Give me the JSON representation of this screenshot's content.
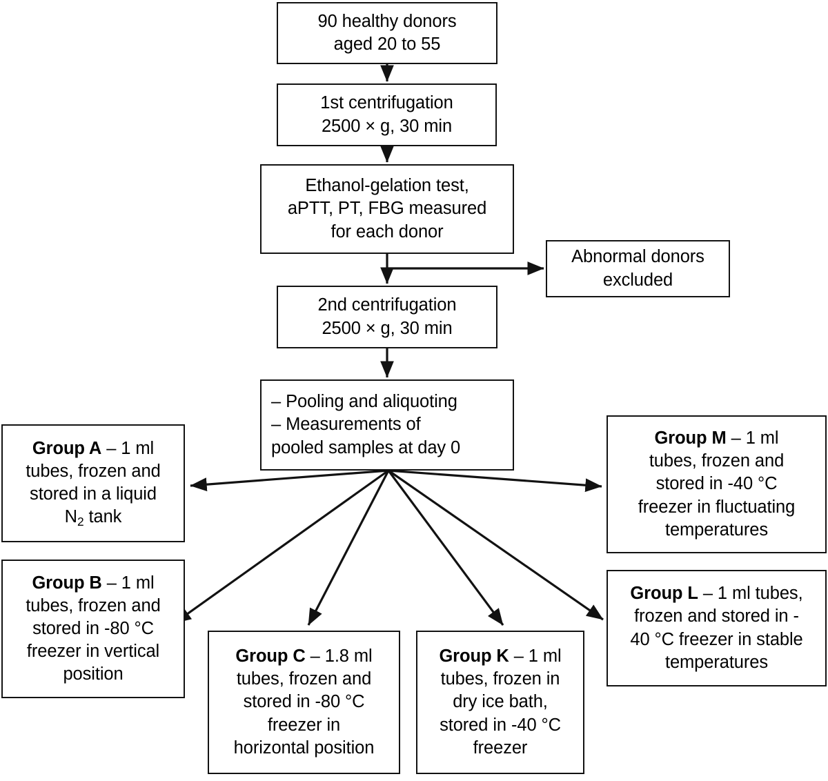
{
  "diagram": {
    "title": "Blood plasma sample storage study flowchart",
    "line_color": "#121212",
    "background": "#ffffff"
  },
  "nodes": {
    "donors": {
      "name": "90-healthy-donors",
      "lines": [
        "90 healthy donors",
        "aged 20 to 55"
      ]
    },
    "centrifugation1": {
      "name": "1st-centrifugation",
      "lines": [
        "1st centrifugation",
        "2500 × g, 30 min"
      ]
    },
    "tests": {
      "name": "ethanol-gelation-test",
      "lines": [
        "Ethanol-gelation test,",
        "aPTT, PT, FBG measured",
        "for each donor"
      ]
    },
    "excluded": {
      "name": "abnormal-donors-excluded",
      "lines": [
        "Abnormal donors",
        "excluded"
      ]
    },
    "centrifugation2": {
      "name": "2nd-centrifugation",
      "lines": [
        "2nd centrifugation",
        "2500 × g, 30 min"
      ]
    },
    "pooling": {
      "name": "pooling-and-aliquoting",
      "lines": [
        "– Pooling and aliquoting",
        "– Measurements of",
        "pooled samples at day 0"
      ]
    }
  },
  "groups": {
    "a": {
      "name": "group-a",
      "label": "Group A",
      "head_rest": " – 1 ml",
      "lines": [
        "tubes, frozen and",
        "stored in a liquid",
        "N2 tank"
      ],
      "subscript_line_index": 2,
      "subscript_prefix": "N",
      "subscript_value": "2",
      "subscript_suffix": " tank"
    },
    "b": {
      "name": "group-b",
      "label": "Group B",
      "head_rest": " – 1 ml",
      "lines": [
        "tubes, frozen and",
        "stored in -80 °C",
        "freezer in vertical",
        "position"
      ]
    },
    "c": {
      "name": "group-c",
      "label": "Group C",
      "head_rest": " – 1.8 ml",
      "lines": [
        "tubes, frozen and",
        "stored in -80 °C",
        "freezer in",
        "horizontal position"
      ]
    },
    "k": {
      "name": "group-k",
      "label": "Group K",
      "head_rest": " – 1 ml",
      "lines": [
        "tubes, frozen in",
        "dry ice bath,",
        "stored in -40 °C",
        "freezer"
      ]
    },
    "m": {
      "name": "group-m",
      "label": "Group M",
      "head_rest": " – 1 ml",
      "lines": [
        "tubes, frozen and",
        "stored in -40 °C",
        "freezer in fluctuating",
        "temperatures"
      ]
    },
    "l": {
      "name": "group-l",
      "label": "Group L",
      "head_rest": " – 1 ml tubes,",
      "lines": [
        "frozen and stored in -",
        "40 °C freezer in stable",
        "temperatures"
      ]
    }
  },
  "edges": [
    {
      "name": "edge-donors-to-centrifugation1",
      "from": "donors",
      "to": "centrifugation1"
    },
    {
      "name": "edge-centrifugation1-to-tests",
      "from": "centrifugation1",
      "to": "tests"
    },
    {
      "name": "edge-tests-to-centrifugation2",
      "from": "tests",
      "to": "centrifugation2"
    },
    {
      "name": "edge-tests-to-excluded",
      "from": "tests",
      "to": "excluded"
    },
    {
      "name": "edge-centrifugation2-to-pooling",
      "from": "centrifugation2",
      "to": "pooling"
    },
    {
      "name": "edge-pooling-to-group-a",
      "from": "pooling",
      "to": "group-a"
    },
    {
      "name": "edge-pooling-to-group-b",
      "from": "pooling",
      "to": "group-b"
    },
    {
      "name": "edge-pooling-to-group-c",
      "from": "pooling",
      "to": "group-c"
    },
    {
      "name": "edge-pooling-to-group-k",
      "from": "pooling",
      "to": "group-k"
    },
    {
      "name": "edge-pooling-to-group-m",
      "from": "pooling",
      "to": "group-m"
    },
    {
      "name": "edge-pooling-to-group-l",
      "from": "pooling",
      "to": "group-l"
    }
  ]
}
